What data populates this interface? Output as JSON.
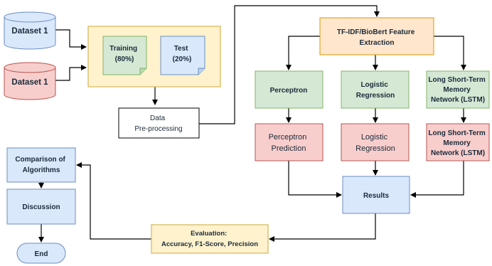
{
  "colors": {
    "blue_fill": "#dae8fc",
    "blue_stroke": "#6c8ebf",
    "red_fill": "#f8cecc",
    "red_stroke": "#b85450",
    "green_fill": "#d5e8d4",
    "green_stroke": "#82b366",
    "yellow_fill": "#fff2cc",
    "yellow_stroke": "#d6b656",
    "orange_fill": "#ffe6cc",
    "orange_stroke": "#d79b00",
    "line": "#000000"
  },
  "datasets": {
    "first": "Dataset 1",
    "second": "Dataset 1"
  },
  "split": {
    "training": [
      "Training",
      "(80%)"
    ],
    "test": [
      "Test",
      "(20%)"
    ]
  },
  "preprocessing": [
    "Data",
    "Pre-processing"
  ],
  "feature_extraction": [
    "TF-IDF/BioBert Feature",
    "Extraction"
  ],
  "models": {
    "perceptron": [
      "Perceptron"
    ],
    "logistic": [
      "Logistic",
      "Regression"
    ],
    "lstm": [
      "Long Short-Term",
      "Memory",
      "Network (LSTM)"
    ]
  },
  "predictions": {
    "perceptron": [
      "Perceptron",
      "Prediction"
    ],
    "logistic": [
      "Logistic",
      "Regression"
    ],
    "lstm": [
      "Long Short-Term",
      "Memory",
      "Network (LSTM)"
    ]
  },
  "results": [
    "Results"
  ],
  "evaluation": [
    "Evaluation:",
    "Accuracy,  F1-Score, Precision"
  ],
  "comparison": [
    "Comparison of",
    "Algorithms"
  ],
  "discussion": [
    "Discussion"
  ],
  "end": [
    "End"
  ]
}
